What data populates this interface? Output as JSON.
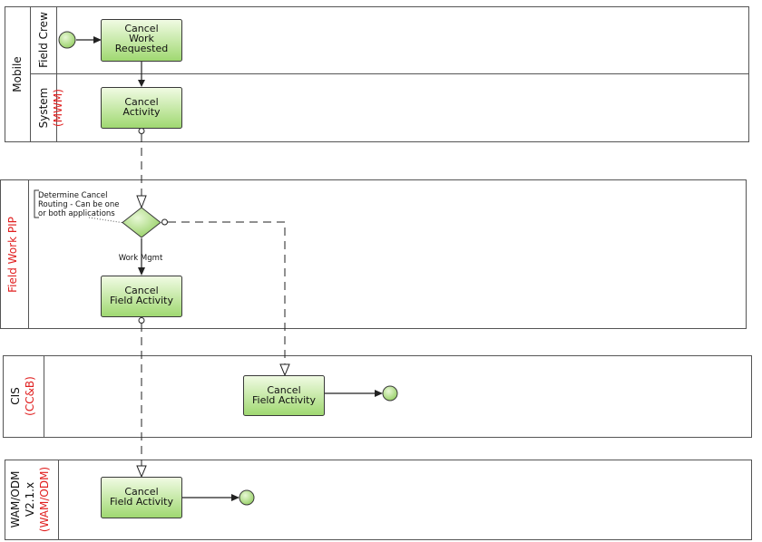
{
  "pools": {
    "mobile": {
      "name": "Mobile",
      "lane_field_crew": "Field Crew",
      "lane_system": "System",
      "lane_system_sub": "(MWM)"
    },
    "fieldwork": {
      "name": "Field Work PIP"
    },
    "cis": {
      "name": "CIS",
      "sub": "(CC&B)"
    },
    "wam": {
      "name_line1": "WAM/ODM",
      "name_line2": "V2.1.x",
      "sub": "(WAM/ODM)"
    }
  },
  "tasks": {
    "cancel_work_requested": [
      "Cancel",
      "Work",
      "Requested"
    ],
    "cancel_activity": [
      "Cancel",
      "Activity"
    ],
    "fw_cancel_field_activity": [
      "Cancel",
      "Field Activity"
    ],
    "cis_cancel_field_activity": [
      "Cancel",
      "Field Activity"
    ],
    "wam_cancel_field_activity": [
      "Cancel",
      "Field Activity"
    ]
  },
  "annotation": [
    "Determine Cancel",
    "Routing - Can be one",
    "or both applications"
  ],
  "flow_labels": {
    "work_mgmt": "Work Mgmt"
  },
  "colors": {
    "task_top": "#f1fbe4",
    "task_bottom": "#9fd870",
    "event_fill": "#a9d87a",
    "pool_name_red": "#e02020"
  }
}
